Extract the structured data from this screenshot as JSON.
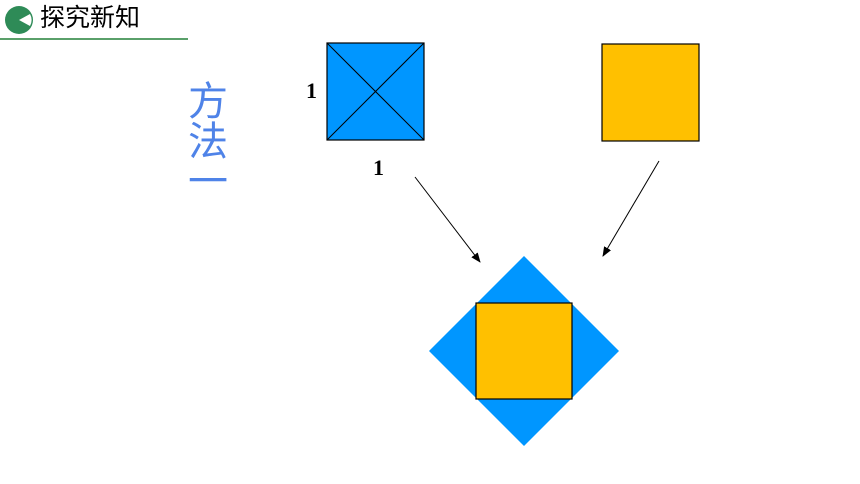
{
  "header": {
    "title": "探究新知",
    "icon": "pie-chart-icon",
    "accent_color": "#2e8b57"
  },
  "method_label": "方法一",
  "dimensions": {
    "left_side": "1",
    "bottom_side": "1"
  },
  "colors": {
    "blue_square": "#0096ff",
    "orange_square": "#ffc000",
    "method_text": "#4f83e8"
  }
}
